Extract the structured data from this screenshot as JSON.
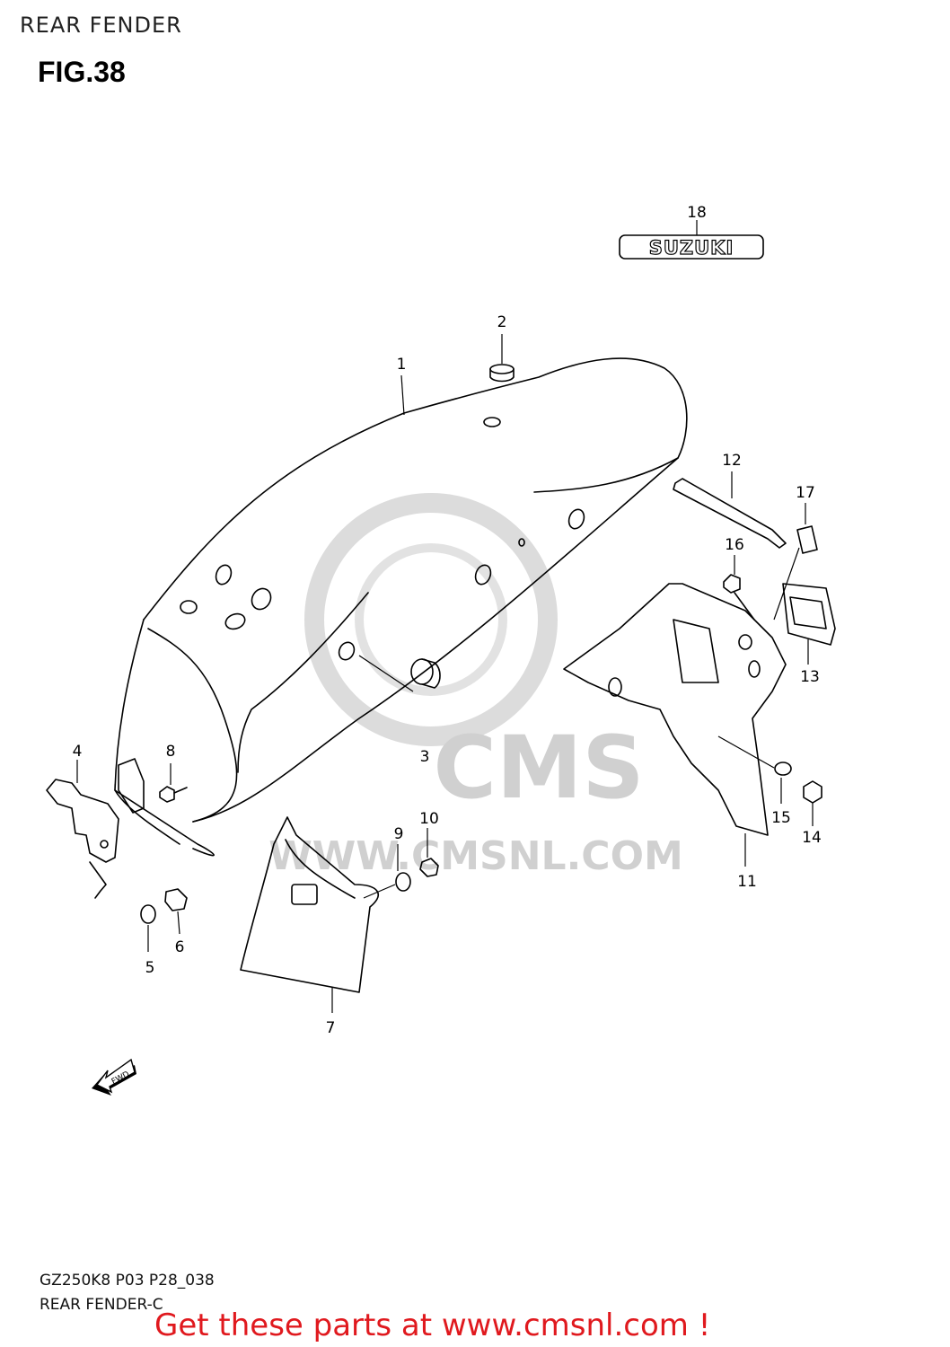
{
  "header": {
    "title": "REAR FENDER",
    "figure": "FIG.38"
  },
  "watermark": {
    "brand": "CMS",
    "url": "WWW.CMSNL.COM",
    "color": "#d0d0d0"
  },
  "callouts": [
    "1",
    "2",
    "3",
    "4",
    "5",
    "6",
    "7",
    "8",
    "9",
    "10",
    "11",
    "12",
    "13",
    "14",
    "15",
    "16",
    "17",
    "18"
  ],
  "emblem": {
    "text": "SUZUKI"
  },
  "direction_arrow": {
    "label": "FWD"
  },
  "footer": {
    "code": "GZ250K8 P03 P28_038",
    "subtitle": "REAR FENDER-C",
    "cta": "Get these parts at www.cmsnl.com !",
    "cta_color": "#e0191e"
  }
}
